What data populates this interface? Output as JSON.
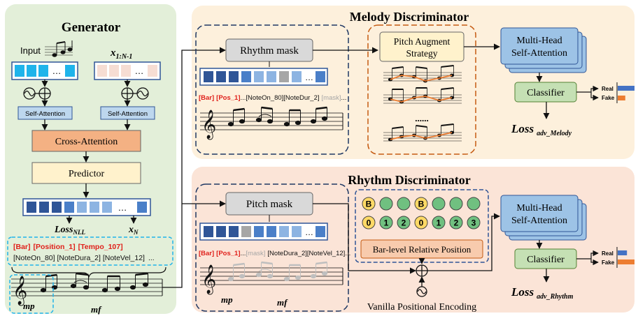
{
  "generator": {
    "title": "Generator",
    "input_label": "Input",
    "x_prev_label": "x",
    "x_prev_sub": "1:N-1",
    "self_attention_left": "Self-Attention",
    "self_attention_right": "Self-Attention",
    "cross_attention": "Cross-Attention",
    "predictor": "Predictor",
    "loss_label": "Loss",
    "loss_sub": "NLL",
    "xn_label": "x",
    "xn_sub": "N",
    "ellipsis": "…",
    "tokens_line1": [
      "[Bar]",
      "[Position_1]",
      "[Tempo_107]"
    ],
    "tokens_line2": "[NoteOn_80] [NoteDura_2] [NoteVel_12]",
    "tokens_line2_end": "...",
    "dyn_1": "mp",
    "dyn_2": "mf"
  },
  "melody": {
    "title": "Melody Discriminator",
    "rhythm_mask": "Rhythm mask",
    "pitch_augment_1": "Pitch Augment",
    "pitch_augment_2": "Strategy",
    "dots": "......",
    "tokens": {
      "bar": "[Bar]",
      "pos": "[Pos_1]",
      "dots1": "...",
      "noteon": "[NoteOn_80]",
      "notedur": "[NoteDur_2]",
      "mask": "[mask]",
      "dots2": "..."
    },
    "mhsa_1": "Multi-Head",
    "mhsa_2": "Self-Attention",
    "classifier": "Classifier",
    "real": "Real",
    "fake": "Fake",
    "real_value": 1.0,
    "fake_value": 0.45,
    "loss_label": "Loss",
    "loss_sub": "adv_Melody"
  },
  "rhythm": {
    "title": "Rhythm Discriminator",
    "pitch_mask": "Pitch mask",
    "tokens": {
      "bar": "[Bar]",
      "pos": "[Pos_1]",
      "dots": "...",
      "mask": "[mask]",
      "notedura": "[NoteDura_2]",
      "notevel": "[NoteVel_12]",
      "dots2": "..."
    },
    "bar_row": [
      "B",
      "",
      "",
      "B",
      "",
      "",
      ""
    ],
    "num_row": [
      "0",
      "1",
      "2",
      "0",
      "1",
      "2",
      "3"
    ],
    "bar_relative": "Bar-level Relative Position",
    "vanilla": "Vanilla Positional Encoding",
    "mhsa_1": "Multi-Head",
    "mhsa_2": "Self-Attention",
    "classifier": "Classifier",
    "real": "Real",
    "fake": "Fake",
    "real_value": 0.55,
    "fake_value": 1.0,
    "loss_label": "Loss",
    "loss_sub": "adv_Rhythm",
    "dyn_1": "mp",
    "dyn_2": "mf"
  },
  "colors": {
    "generator_bg": "#e3efd9",
    "melody_bg": "#fdf0dc",
    "rhythm_bg": "#fbe4d7",
    "token_dark": "#2f5597",
    "token_mid": "#4a7fc8",
    "token_light": "#8db4e2",
    "token_cyan": "#1fb4ea",
    "token_pink": "#f6ddd3",
    "bar_real": "#4472c4",
    "bar_fake": "#ed7d31",
    "token_red": "#e0201b"
  }
}
